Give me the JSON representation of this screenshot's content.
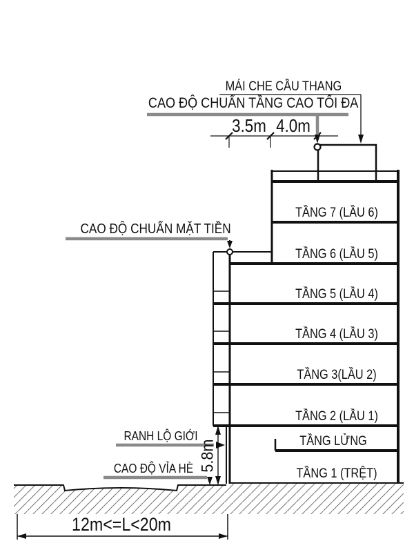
{
  "drawing": {
    "annotations": {
      "stair_roof": "MÁI CHE CẦU THANG",
      "max_height_datum": "CAO ĐỘ CHUẨN TẦNG CAO TỐI ĐA",
      "facade_datum": "CAO ĐỘ CHUẨN MẶT TIỀN",
      "road_boundary": "RANH LỘ GIỚI",
      "sidewalk_datum": "CAO ĐỘ VỈA HÈ"
    },
    "dimensions": {
      "setback_1": "3.5m",
      "setback_2": "4.0m",
      "front_height": "5.8m",
      "lot_width": "12m<=L<20m"
    },
    "floors": [
      {
        "label": "TẦNG 7 (LẦU 6)"
      },
      {
        "label": "TẦNG 6 (LẦU 5)"
      },
      {
        "label": "TẦNG 5 (LẦU 4)"
      },
      {
        "label": "TẦNG 4 (LẦU 3)"
      },
      {
        "label": "TẦNG 3(LẦU 2)"
      },
      {
        "label": "TẦNG 2 (LẦU 1)"
      },
      {
        "label": "TẦNG LỬNG"
      },
      {
        "label": "TẦNG 1 (TRỆT)"
      }
    ],
    "colors": {
      "line": "#111111",
      "annotation_gray": "#8a8a8a",
      "background": "#ffffff"
    }
  }
}
